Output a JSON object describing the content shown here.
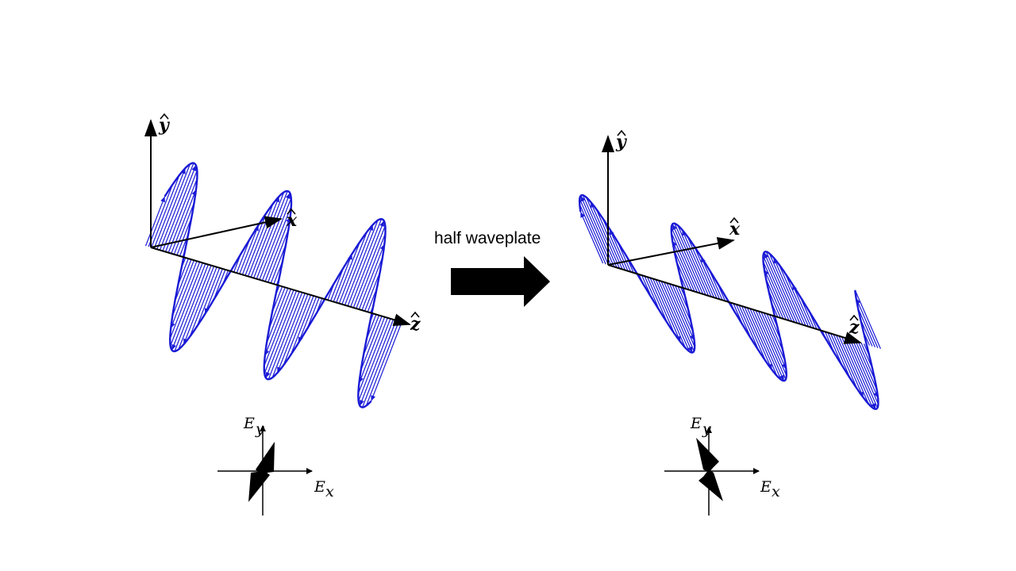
{
  "caption": "half waveplate",
  "colors": {
    "wave": "#1a1ad6",
    "axes": "#000000",
    "arrow": "#000000",
    "background": "#ffffff"
  },
  "left_diagram": {
    "axis_labels": {
      "y": "y",
      "x": "x",
      "z": "z"
    },
    "small_plot": {
      "ex_label": "E",
      "ex_sub": "x",
      "ey_label": "E",
      "ey_sub": "y"
    }
  },
  "right_diagram": {
    "axis_labels": {
      "y": "y",
      "x": "x",
      "z": "z"
    },
    "small_plot": {
      "ex_label": "E",
      "ex_sub": "x",
      "ey_label": "E",
      "ey_sub": "y"
    }
  }
}
